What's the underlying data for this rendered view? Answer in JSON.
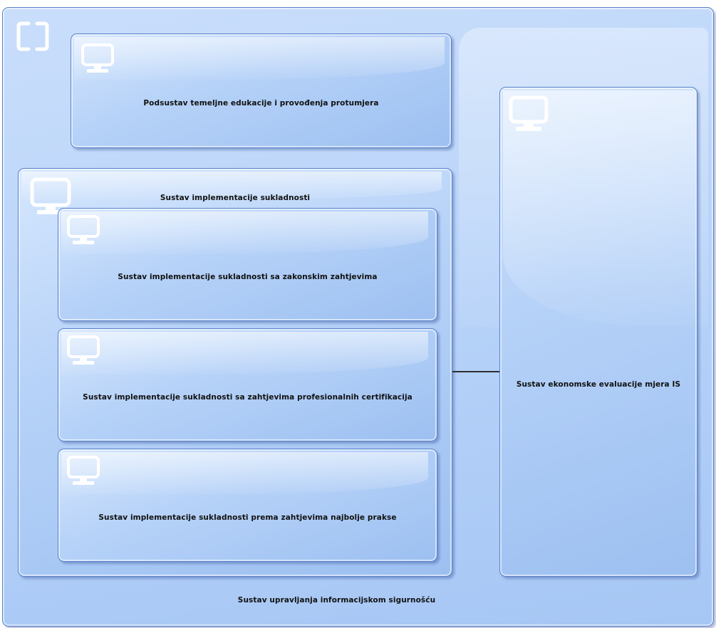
{
  "outer": {
    "label": "Sustav upravljanja informacijskom sigurnošću",
    "icon": "system-boundary-icon"
  },
  "top_box": {
    "label": "Podsustav temeljne edukacije i provođenja protumjera",
    "icon": "monitor-icon"
  },
  "group": {
    "label": "Sustav implementacije sukladnosti",
    "icon": "monitor-icon"
  },
  "sub1": {
    "label": "Sustav implementacije sukladnosti sa zakonskim zahtjevima",
    "icon": "monitor-icon"
  },
  "sub2": {
    "label": "Sustav implementacije sukladnosti sa zahtjevima profesionalnih certifikacija",
    "icon": "monitor-icon"
  },
  "sub3": {
    "label": "Sustav implementacije sukladnosti prema zahtjevima najbolje prakse",
    "icon": "monitor-icon"
  },
  "right_box": {
    "label": "Sustav ekonomske evaluacije mjera IS",
    "icon": "monitor-icon"
  },
  "colors": {
    "border": "#5a82c8",
    "fill": "#b6d2f8",
    "connector": "#2e2e2e"
  }
}
